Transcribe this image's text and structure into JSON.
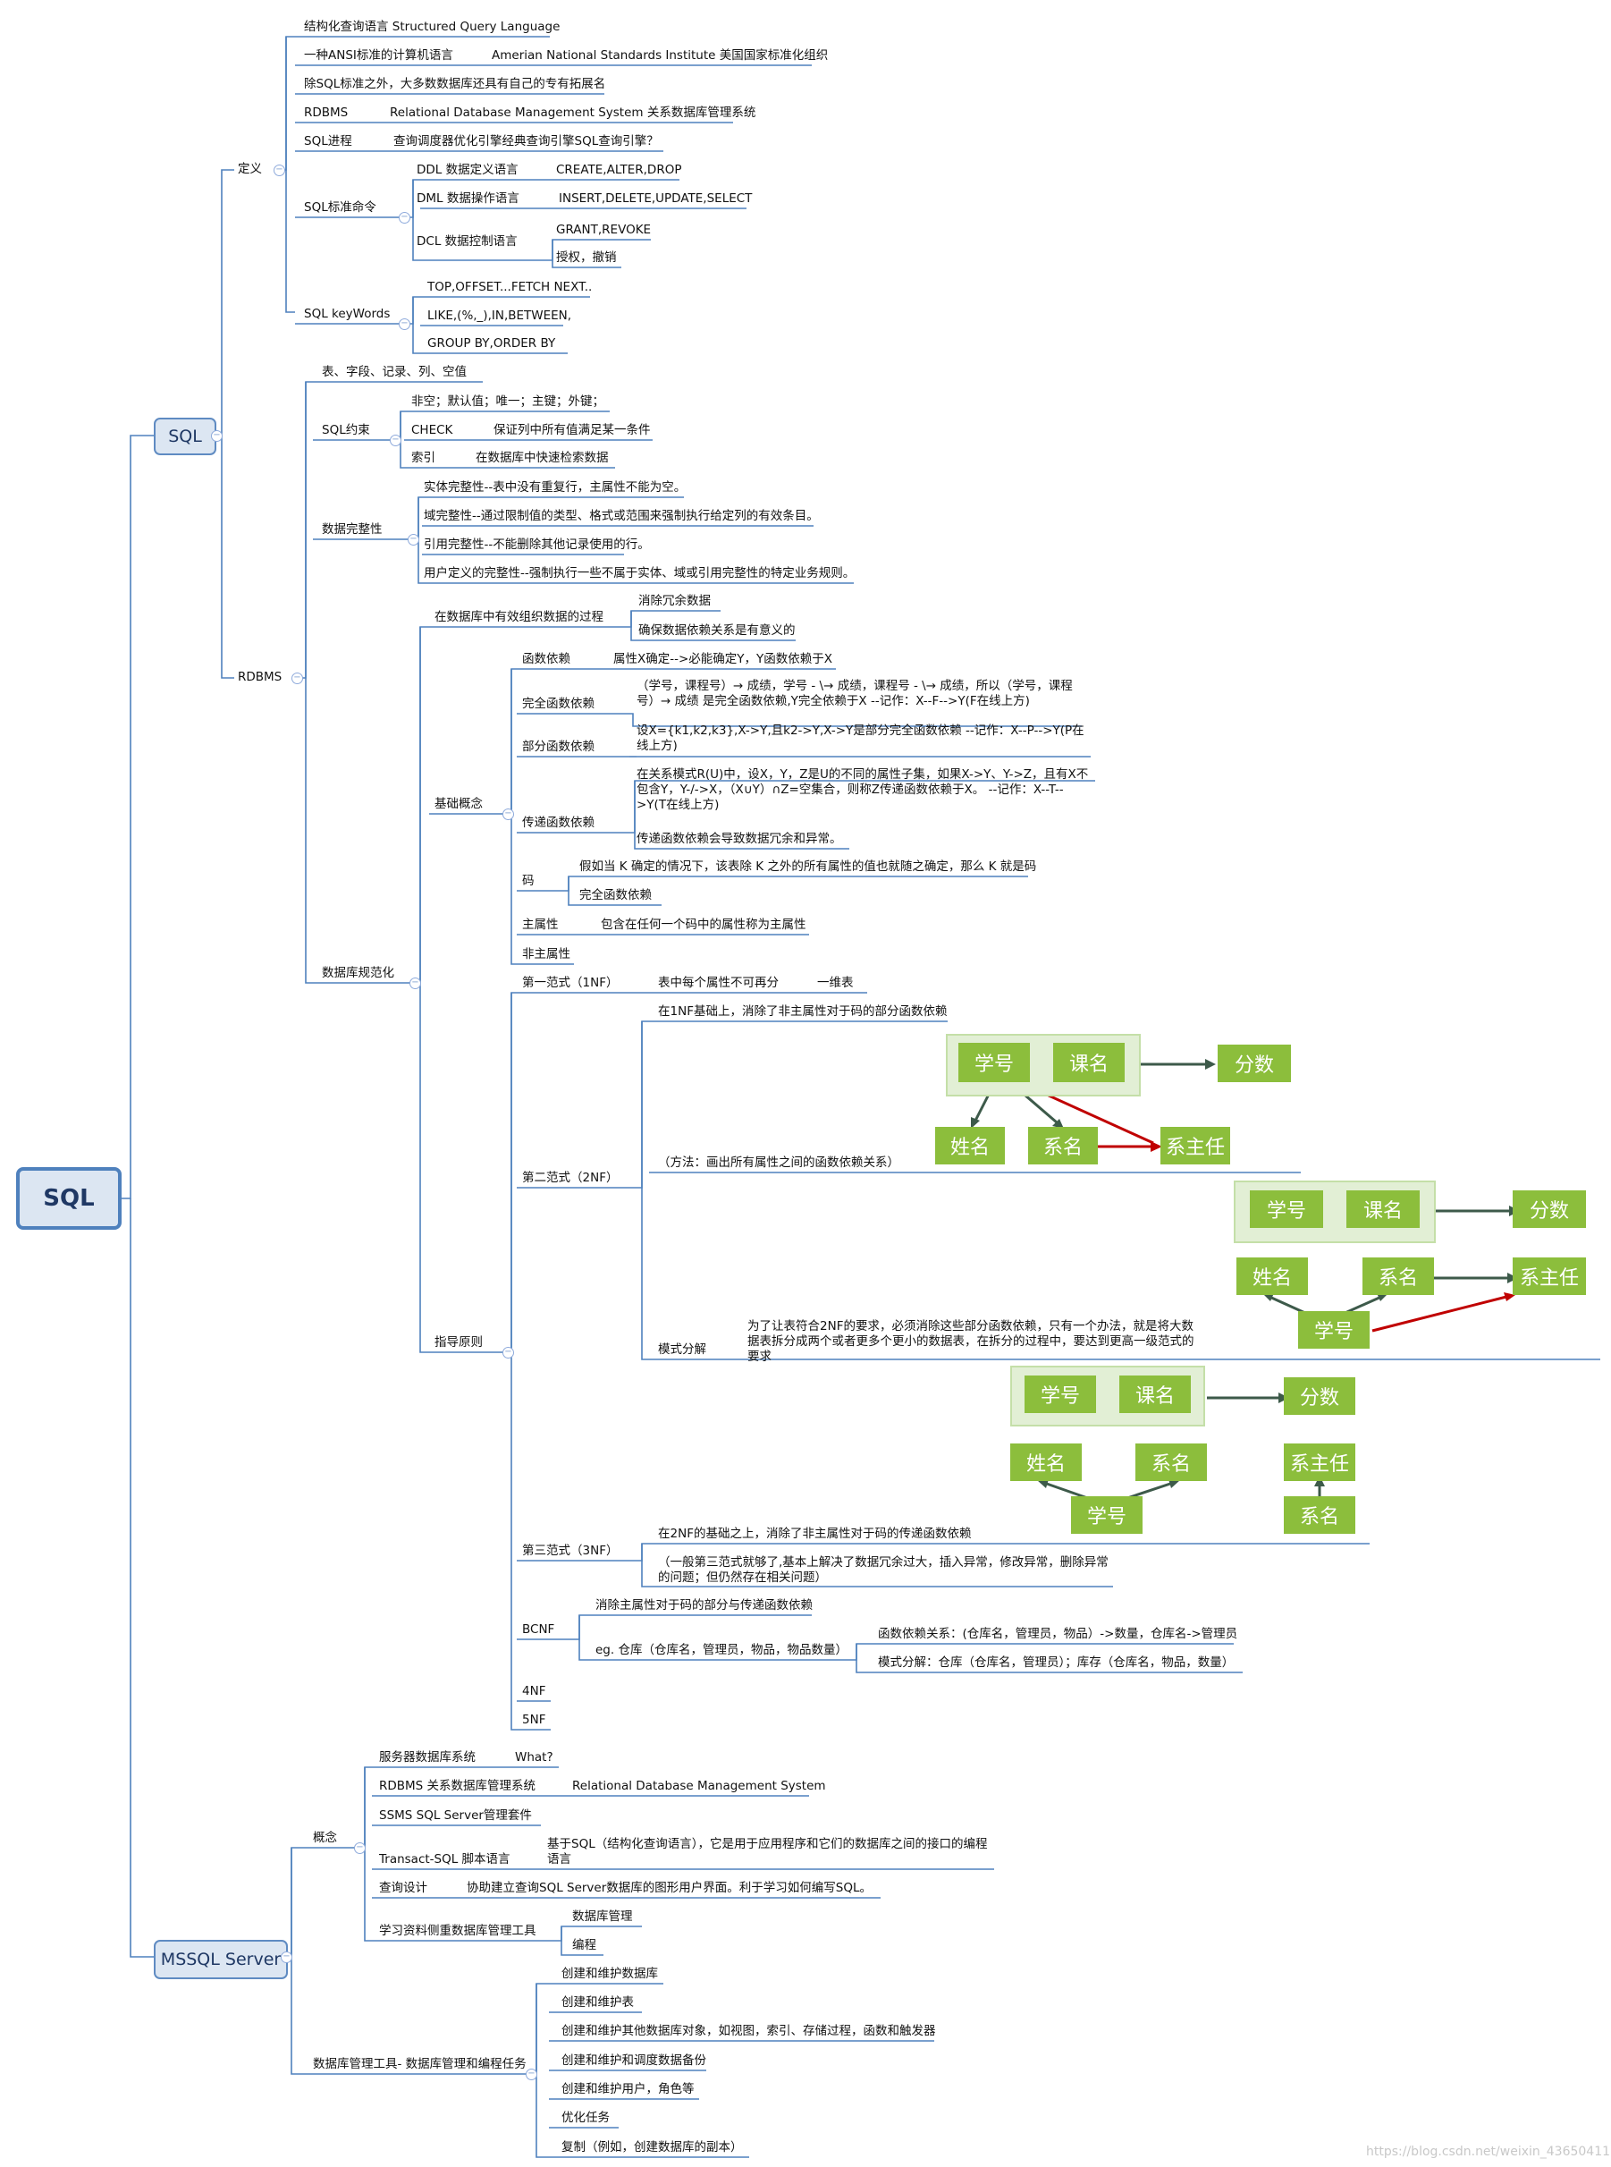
{
  "root": "SQL",
  "sql": {
    "label": "SQL",
    "definition": {
      "label": "定义",
      "items": [
        "结构化查询语言 Structured Query Language",
        "一种ANSI标准的计算机语言",
        "Amerian National Standards Institute 美国国家标准化组织",
        "除SQL标准之外，大多数数据库还具有自己的专有拓展名",
        "RDBMS",
        "Relational Database Management System 关系数据库管理系统",
        "SQL进程",
        "查询调度器优化引擎经典查询引擎SQL查询引擎？"
      ],
      "commands": {
        "label": "SQL标准命令",
        "ddl": "DDL 数据定义语言",
        "ddl_v": "CREATE,ALTER,DROP",
        "dml": "DML 数据操作语言",
        "dml_v": "INSERT,DELETE,UPDATE,SELECT",
        "dcl": "DCL 数据控制语言",
        "dcl_v1": "GRANT,REVOKE",
        "dcl_v2": "授权，撤销"
      },
      "keywords": {
        "label": "SQL keyWords",
        "items": [
          "TOP,OFFSET...FETCH NEXT..",
          "LIKE,(%,_),IN,BETWEEN,",
          "GROUP BY,ORDER BY"
        ]
      }
    },
    "rdbms": {
      "label": "RDBMS",
      "tables": "表、字段、记录、列、空值",
      "constraint": {
        "label": "SQL约束",
        "a": "非空；默认值；唯一；主键；外键；",
        "b": "CHECK",
        "b_v": "保证列中所有值满足某一条件",
        "c": "索引",
        "c_v": "在数据库中快速检索数据"
      },
      "integrity": {
        "label": "数据完整性",
        "items": [
          "实体完整性--表中没有重复行，主属性不能为空。",
          "域完整性--通过限制值的类型、格式或范围来强制执行给定列的有效条目。",
          "引用完整性--不能删除其他记录使用的行。",
          "用户定义的完整性--强制执行一些不属于实体、域或引用完整性的特定业务规则。"
        ]
      },
      "norm": {
        "label": "数据库规范化",
        "process": "在数据库中有效组织数据的过程",
        "process_a": "消除冗余数据",
        "process_b": "确保数据依赖关系是有意义的",
        "basic": {
          "label": "基础概念",
          "fd": "函数依赖",
          "fd_v": "属性X确定-->必能确定Y，Y函数依赖于X",
          "full": "完全函数依赖",
          "full_v": "（学号，课程号）→ 成绩，学号 - \\→ 成绩，课程号 - \\→ 成绩，所以（学号，课程号）→ 成绩 是完全函数依赖,Y完全依赖于X  --记作：X--F-->Y(F在线上方)",
          "partial": "部分函数依赖",
          "partial_v": "设X={k1,k2,k3},X->Y,且k2->Y,X->Y是部分完全函数依赖  --记作：X--P-->Y(P在线上方)",
          "trans": "传递函数依赖",
          "trans_v": "在关系模式R(U)中，设X，Y，Z是U的不同的属性子集，如果X->Y、Y->Z，且有X不包含Y，Y-/->X，（X∪Y）∩Z=空集合，则称Z传递函数依赖于X。  --记作：X--T-->Y(T在线上方)",
          "trans_v2": "传递函数依赖会导致数据冗余和异常。",
          "key": "码",
          "key_v": "假如当 K 确定的情况下，该表除 K 之外的所有属性的值也就随之确定，那么 K 就是码",
          "key_v2": "完全函数依赖",
          "prime": "主属性",
          "prime_v": "包含在任何一个码中的属性称为主属性",
          "nonprime": "非主属性"
        },
        "guide": {
          "label": "指导原则",
          "nf1": "第一范式（1NF）",
          "nf1_v": "表中每个属性不可再分",
          "nf1_v2": "一维表",
          "nf2": "第二范式（2NF）",
          "nf2_a": "在1NF基础上，消除了非主属性对于码的部分函数依赖",
          "nf2_b": "（方法：画出所有属性之间的函数依赖关系）",
          "nf2_c": "模式分解",
          "nf2_c_v": "为了让表符合2NF的要求，必须消除这些部分函数依赖，只有一个办法，就是将大数据表拆分成两个或者更多个更小的数据表，在拆分的过程中，要达到更高一级范式的要求",
          "nf3": "第三范式（3NF）",
          "nf3_a": "在2NF的基础之上，消除了非主属性对于码的传递函数依赖",
          "nf3_b": "（一般第三范式就够了,基本上解决了数据冗余过大，插入异常，修改异常，删除异常的问题；但仍然存在相关问题）",
          "bcnf": "BCNF",
          "bcnf_a": "消除主属性对于码的部分与传递函数依赖",
          "bcnf_b": "eg. 仓库（仓库名，管理员，物品，物品数量）",
          "bcnf_b1": "函数依赖关系：(仓库名，管理员，物品）->数量，仓库名->管理员",
          "bcnf_b2": "模式分解：仓库（仓库名，管理员）；库存（仓库名，物品，数量）",
          "nf4": "4NF",
          "nf5": "5NF"
        }
      }
    }
  },
  "diagram": {
    "sid": "学号",
    "course": "课名",
    "score": "分数",
    "name": "姓名",
    "dept": "系名",
    "head": "系主任"
  },
  "mssql": {
    "label": "MSSQL Server",
    "concept": {
      "label": "概念",
      "a": "服务器数据库系统",
      "a_v": "What?",
      "b": "RDBMS 关系数据库管理系统",
      "b_v": "Relational Database Management System",
      "c": "SSMS   SQL Server管理套件",
      "d": "Transact-SQL 脚本语言",
      "d_v": "基于SQL（结构化查询语言），它是用于应用程序和它们的数据库之间的接口的编程语言",
      "e": "查询设计",
      "e_v": "协助建立查询SQL Server数据库的图形用户界面。利于学习如何编写SQL。",
      "f": "学习资料侧重数据库管理工具",
      "f_v1": "数据库管理",
      "f_v2": "编程"
    },
    "tools": {
      "label": "数据库管理工具- 数据库管理和编程任务",
      "items": [
        "创建和维护数据库",
        "创建和维护表",
        "创建和维护其他数据库对象，如视图，索引、存储过程，函数和触发器",
        "创建和维护和调度数据备份",
        "创建和维护用户，角色等",
        "优化任务",
        "复制（例如，创建数据库的副本）"
      ]
    }
  },
  "watermark": "https://blog.csdn.net/weixin_43650411",
  "colors": {
    "line": "#4f81bd",
    "green": "#8cbe3c",
    "arrow_dark": "#3d5a4a",
    "arrow_red": "#c00000"
  }
}
